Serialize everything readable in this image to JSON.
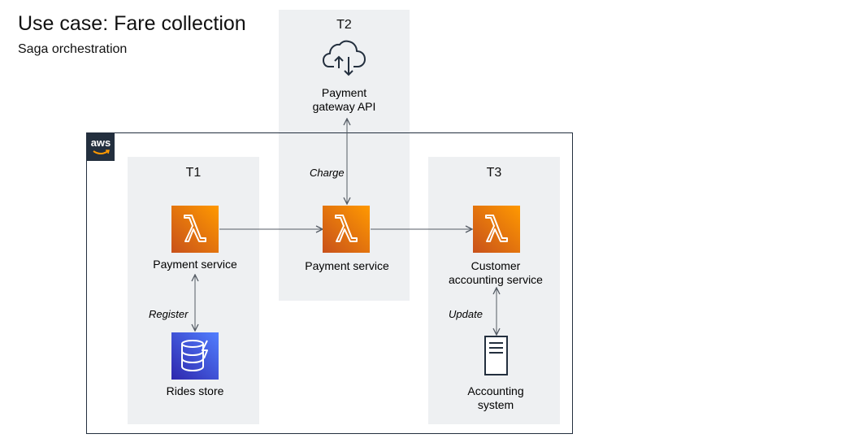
{
  "header": {
    "title": "Use case: Fare collection",
    "subtitle": "Saga orchestration"
  },
  "aws_badge": {
    "text": "aws"
  },
  "groups": {
    "t1": {
      "label": "T1"
    },
    "t2": {
      "label": "T2"
    },
    "t3": {
      "label": "T3"
    }
  },
  "nodes": {
    "payment_gateway": {
      "label_line1": "Payment",
      "label_line2": "gateway API",
      "icon": "cloud-upload-download-icon"
    },
    "payment_service_t1": {
      "label": "Payment service",
      "icon": "lambda-icon"
    },
    "payment_service_t2": {
      "label": "Payment service",
      "icon": "lambda-icon"
    },
    "customer_accounting": {
      "label_line1": "Customer",
      "label_line2": "accounting service",
      "icon": "lambda-icon"
    },
    "rides_store": {
      "label": "Rides store",
      "icon": "dynamodb-icon"
    },
    "accounting_system": {
      "label_line1": "Accounting",
      "label_line2": "system",
      "icon": "server-icon"
    }
  },
  "edges": {
    "charge": {
      "label": "Charge"
    },
    "register": {
      "label": "Register"
    },
    "update": {
      "label": "Update"
    }
  },
  "colors": {
    "group_bg": "#eef0f2",
    "lambda_start": "#c8511b",
    "lambda_end": "#ff9900",
    "dynamo_start": "#2e27ad",
    "dynamo_end": "#527fff",
    "aws_dark": "#232f3e",
    "connector": "#545b64"
  }
}
